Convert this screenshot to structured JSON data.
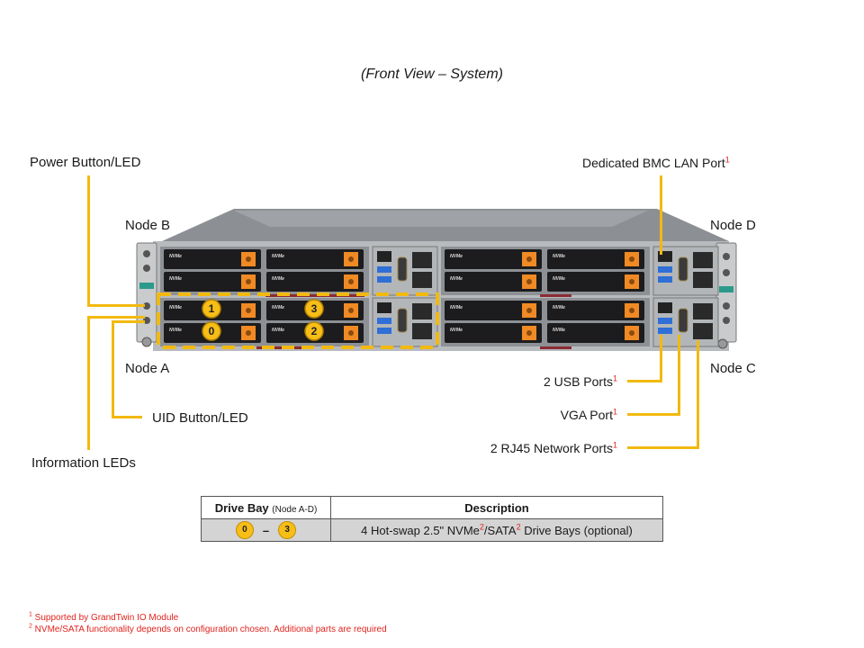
{
  "title": "(Front View – System)",
  "callouts": {
    "power_button": "Power Button/LED",
    "node_b": "Node B",
    "node_a": "Node A",
    "uid_button": "UID Button/LED",
    "info_leds": "Information LEDs",
    "bmc_lan": "Dedicated BMC LAN Port",
    "bmc_lan_note": "1",
    "node_d": "Node D",
    "node_c": "Node C",
    "usb": "2 USB Ports",
    "usb_note": "1",
    "vga": "VGA Port",
    "vga_note": "1",
    "rj45": "2 RJ45 Network Ports",
    "rj45_note": "1"
  },
  "drive_badges": [
    "1",
    "3",
    "0",
    "2"
  ],
  "tray_label": "NVMe",
  "table": {
    "header_drive": "Drive Bay",
    "header_drive_small": "(Node A-D)",
    "header_desc": "Description",
    "row": {
      "bay_from": "0",
      "bay_sep": "–",
      "bay_to": "3",
      "desc_pre": "4 Hot-swap 2.5\" NVMe",
      "note_a": "2",
      "desc_mid": "/SATA",
      "note_b": "2",
      "desc_post": " Drive Bays (optional)"
    }
  },
  "footnotes": [
    {
      "n": "1",
      "text": " Supported by GrandTwin IO Module"
    },
    {
      "n": "2",
      "text": " NVMe/SATA functionality depends on configuration chosen. Additional parts are required"
    }
  ],
  "colors": {
    "callout": "#f2b90f",
    "note": "#e0231e",
    "handle": "#f08a24"
  }
}
